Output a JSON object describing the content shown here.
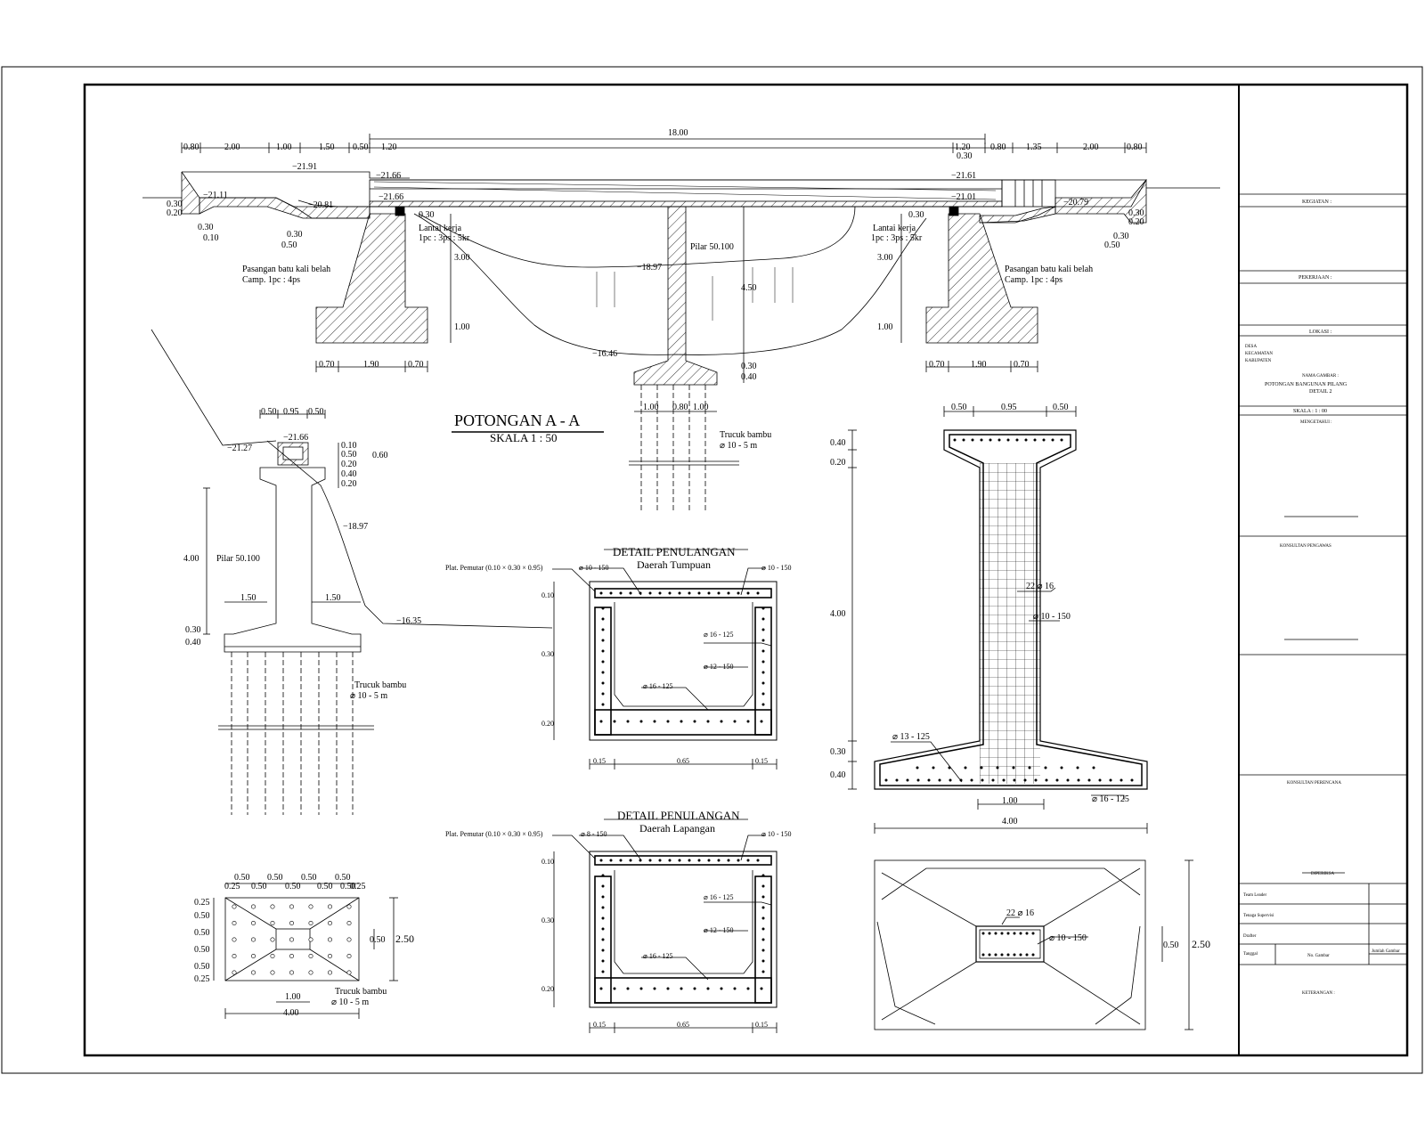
{
  "section": {
    "title": "POTONGAN  A - A",
    "scale": "SKALA 1 : 50",
    "top_dims": [
      "0.80",
      "2.00",
      "1.00",
      "1.50",
      "0.50",
      "1.20",
      "18.00",
      "1.20",
      "0.80",
      "1.35",
      "2.00",
      "0.80"
    ],
    "sub_dim_030": "0.30",
    "elevations": [
      "−21.91",
      "−21.66",
      "−21.11",
      "−20.81",
      "−21.66",
      "−21.61",
      "−21.01",
      "−20.79",
      "−18.97",
      "−16.46"
    ],
    "small_dims": [
      "0.30",
      "0.20",
      "0.30",
      "0.10",
      "0.30",
      "0.50",
      "0.30",
      "0.30",
      "0.20",
      "0.30",
      "0.50",
      "0.30"
    ],
    "lantai_kerja_1": "Lantai kerja",
    "lantai_kerja_mix_1": "1pc : 3ps : 5kr",
    "lantai_kerja_2": "Lantai kerja",
    "lantai_kerja_mix_2": "1pc : 3ps : 5kr",
    "masonry_1": "Pasangan batu kali belah",
    "masonry_mix_1": "Camp. 1pc : 4ps",
    "masonry_2": "Pasangan batu kali belah",
    "masonry_mix_2": "Camp. 1pc : 4ps",
    "pilar": "Pilar 50.100",
    "vertical_dims": [
      "3.00",
      "1.00",
      "4.50",
      "3.00",
      "1.00",
      "0.30",
      "0.40"
    ],
    "footing_dims_left": [
      "0.70",
      "1.90",
      "0.70"
    ],
    "footing_dims_right": [
      "0.70",
      "1.90",
      "0.70"
    ],
    "pile_dims": [
      "1.00",
      "0.80",
      "1.00"
    ],
    "pile_note": "Trucuk bambu",
    "pile_spec": "⌀ 10 - 5 m"
  },
  "side_view": {
    "top_dims": [
      "0.50",
      "0.95",
      "0.50"
    ],
    "elev_top": "−21.66",
    "elev_left": "−21.27",
    "elev_mid": "−18.97",
    "elev_bottom": "−16.35",
    "cap_dims": [
      "0.10",
      "0.50",
      "0.20",
      "0.40",
      "0.20"
    ],
    "cap_height": "0.60",
    "column_height": "4.00",
    "pilar": "Pilar 50.100",
    "footing_left": "1.50",
    "footing_right": "1.50",
    "footing_dims": [
      "0.30",
      "0.40"
    ],
    "pile_note": "Trucuk bambu",
    "pile_spec": "⌀ 10 - 5 m"
  },
  "plan_view": {
    "top_dims": [
      "0.50",
      "0.50",
      "0.50",
      "0.50",
      "0.25",
      "0.50",
      "0.50",
      "0.50",
      "0.50",
      "0.25"
    ],
    "left_dims": [
      "0.25",
      "0.50",
      "0.50",
      "0.50",
      "0.50",
      "0.25"
    ],
    "right_dims": [
      "0.50",
      "2.50"
    ],
    "center_dim": "1.00",
    "width": "4.00",
    "pile_note": "Trucuk bambu",
    "pile_spec": "⌀ 10 - 5 m"
  },
  "detail_support": {
    "title": "DETAIL PENULANGAN",
    "subtitle": "Daerah Tumpuan",
    "plate": "Plat. Pemutar (0.10 × 0.30 × 0.95)",
    "bar_top_left": "⌀ 10 - 150",
    "bar_top_right": "⌀ 10 - 150",
    "bar_a": "⌀ 16 - 125",
    "bar_b": "⌀ 12 - 150",
    "bar_c": "⌀ 16 - 125",
    "dims_v": [
      "0.10",
      "0.30",
      "0.20"
    ],
    "dims_h": [
      "0.15",
      "0.65",
      "0.15"
    ]
  },
  "detail_field": {
    "title": "DETAIL PENULANGAN",
    "subtitle": "Daerah Lapangan",
    "plate": "Plat. Pemutar (0.10 × 0.30 × 0.95)",
    "bar_top_left": "⌀ 8 - 150",
    "bar_top_right": "⌀ 10 - 150",
    "bar_a": "⌀ 16 - 125",
    "bar_b": "⌀ 12 - 150",
    "bar_c": "⌀ 16 - 125",
    "dims_v": [
      "0.10",
      "0.30",
      "0.20"
    ],
    "dims_h": [
      "0.15",
      "0.65",
      "0.15"
    ]
  },
  "pier_detail": {
    "top_dims": [
      "0.50",
      "0.95",
      "0.50"
    ],
    "left_dims": [
      "0.40",
      "0.20",
      "4.00",
      "0.30",
      "0.40"
    ],
    "main_bars": "22 ⌀ 16",
    "stirrup": "⌀ 10 - 150",
    "footing_bar_left": "⌀ 13 - 125",
    "footing_bar_bottom": "⌀ 16 - 125",
    "base_dim": "1.00",
    "width": "4.00"
  },
  "pier_plan": {
    "main_bars": "22 ⌀ 16",
    "stirrup": "⌀ 10 - 150",
    "dim_small": "0.50",
    "dim_large": "2.50"
  },
  "title_block": {
    "kegiatan": "KEGIATAN :",
    "pekerjaan": "PEKERJAAN :",
    "lokasi": "LOKASI :",
    "lokasi_rows": [
      "DESA",
      "KECAMATAN",
      "KABUPATEN"
    ],
    "nama_gambar_label": "NAMA GAMBAR :",
    "nama_gambar": "POTONGAN BANGUNAN PILANG",
    "nama_gambar_2": "DETAIL 2",
    "skala": "SKALA :    1 : 00",
    "mengetahui": "MENGETAHUI :",
    "konsultan_pengawas": "KONSULTAN PENGAWAS",
    "konsultan_perencana": "KONSULTAN PERENCANA",
    "diperiksa": "DIPERIKSA",
    "row1": "Team Leader",
    "row2": "Tenaga Supervisi",
    "row3": "Drafter",
    "tanggal": "Tanggal",
    "no_gambar": "No. Gambar",
    "jumlah": "Jumlah Gambar",
    "keterangan": "KETERANGAN :"
  }
}
